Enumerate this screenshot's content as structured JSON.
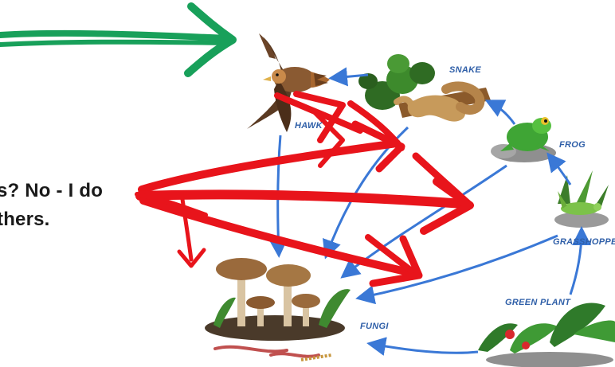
{
  "caption": {
    "line1": "s? No - I do",
    "line2": "thers."
  },
  "organisms": {
    "hawk": "HAWK",
    "snake": "SNAKE",
    "frog": "FROG",
    "grasshopper": "GRASSHOPPER",
    "green_plant": "GREEN PLANT",
    "fungi": "FUNGI"
  },
  "colors": {
    "food_chain_arrow": "#3a78d6",
    "annotation_red": "#e8141b",
    "annotation_green": "#18a05a"
  }
}
